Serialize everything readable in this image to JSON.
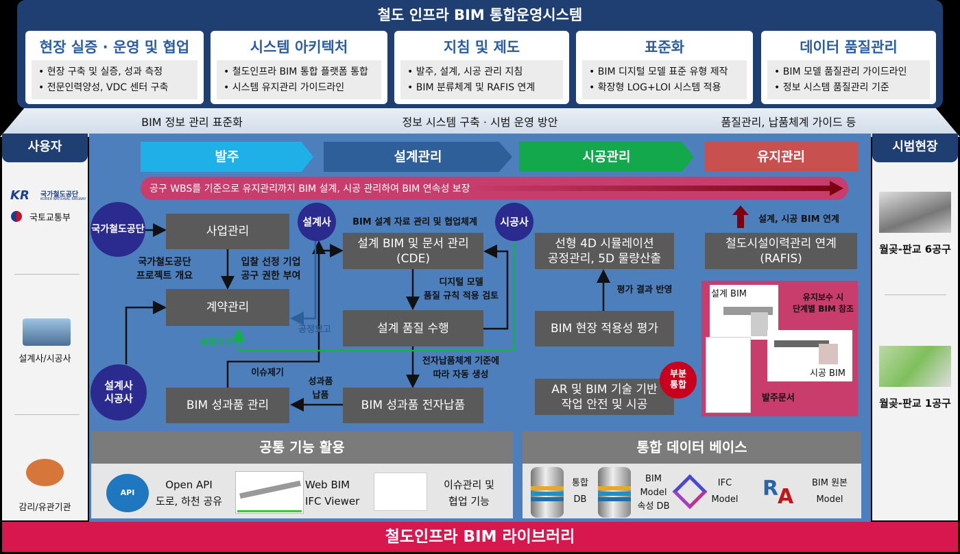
{
  "title": "철도 인프라 BIM 통합운영시스템",
  "cards": [
    {
      "title": "현장 실증 · 운영 및 협업",
      "items": [
        "• 현장 구축 및 실증, 성과 측정",
        "• 전문인력양성, VDC 센터 구축"
      ]
    },
    {
      "title": "시스템 아키텍처",
      "items": [
        "• 철도인프라 BIM 통합 플랫폼 통합",
        "• 시스템 유지관리 가이드라인"
      ]
    },
    {
      "title": "지침 및 제도",
      "items": [
        "• 발주, 설계, 시공 관리 지침",
        "• BIM 분류체계 및 RAFIS 연계"
      ]
    },
    {
      "title": "표준화",
      "items": [
        "• BIM 디지털 모델 표준 유형 제작",
        "• 확장형 LOG+LOI 시스템 적용"
      ]
    },
    {
      "title": "데이터 품질관리",
      "items": [
        "• BIM 모델 품질관리 가이드라인",
        "• 정보 시스템 품질관리 기준"
      ]
    }
  ],
  "band": [
    "BIM 정보 관리 표준화",
    "정보 시스템 구축 · 시범 운영 방안",
    "품질관리, 납품체계 가이드 등"
  ],
  "left": {
    "title": "사용자",
    "items": [
      "국가철도공단",
      "KOREA NATIONAL RAILWAY",
      "국토교통부",
      "설계사/시공사",
      "감리/유관기관"
    ]
  },
  "right": {
    "title": "시범현장",
    "items": [
      "월곶-판교 6공구",
      "월곶-판교 1공구"
    ]
  },
  "phases": [
    {
      "label": "발주",
      "color": "#1fb0e8"
    },
    {
      "label": "설계관리",
      "color": "#2f5f98"
    },
    {
      "label": "시공관리",
      "color": "#13a84b"
    },
    {
      "label": "유지관리",
      "color": "#c8504e"
    }
  ],
  "banner": "공구 WBS를 기준으로 유지관리까지 BIM 설계, 시공 관리하여 BIM 연속성 보장",
  "boxes": {
    "business": "사업관리",
    "contract": "계약관리",
    "cde": "설계 BIM 및 문서 관리\n(CDE)",
    "quality": "설계 품질 수행",
    "deliverable_mgmt": "BIM 성과품 관리",
    "edelivery": "BIM 성과품 전자납품",
    "sim": "선형 4D 시뮬레이션\n공정관리, 5D 물량산출",
    "eval": "BIM 현장 적용성 평가",
    "ar": "AR 및 BIM 기술 기반\n작업 안전 및 시공",
    "rafis": "철도시설이력관리 연계\n(RAFIS)"
  },
  "circles": {
    "krail": "국가철도공단",
    "designer": "설계사",
    "builder": "시공사",
    "both": "설계사\n시공사",
    "partial": "부분\n통합"
  },
  "labels": {
    "overview": "국가철도공단\n프로젝트 개요",
    "bid": "입찰 선정 기업\n공구 권한 부여",
    "collab": "BIM 설계 자료 관리 및 협업체계",
    "review": "디지털 모델\n품질 규칙 적용 검토",
    "report_blue": "공정보고",
    "report_green": "공정보고",
    "issue": "이슈제기",
    "deliver": "성과품\n납품",
    "auto": "전자납품체계 기준에\n따라 자동 생성",
    "reflect": "평가 결과 반영",
    "link": "설계, 시공 BIM 연계",
    "design_bim": "설계 BIM",
    "maint": "유지보수 시\n단계별 BIM 참조",
    "build_bim": "시공 BIM",
    "order_doc": "발주문서"
  },
  "common": {
    "title": "공통 기능 활용",
    "items": [
      "Open API\n도로, 하천 공유",
      "Web BIM\nIFC Viewer",
      "이슈관리 및\n협업 기능"
    ],
    "api_badge": "API"
  },
  "database": {
    "title": "통합 데이터 베이스",
    "items": [
      "통합\nDB",
      "BIM\nModel\n속성 DB",
      "IFC\nModel",
      "BIM 원본\nModel"
    ]
  },
  "footer": "철도인프라 BIM 라이브러리"
}
